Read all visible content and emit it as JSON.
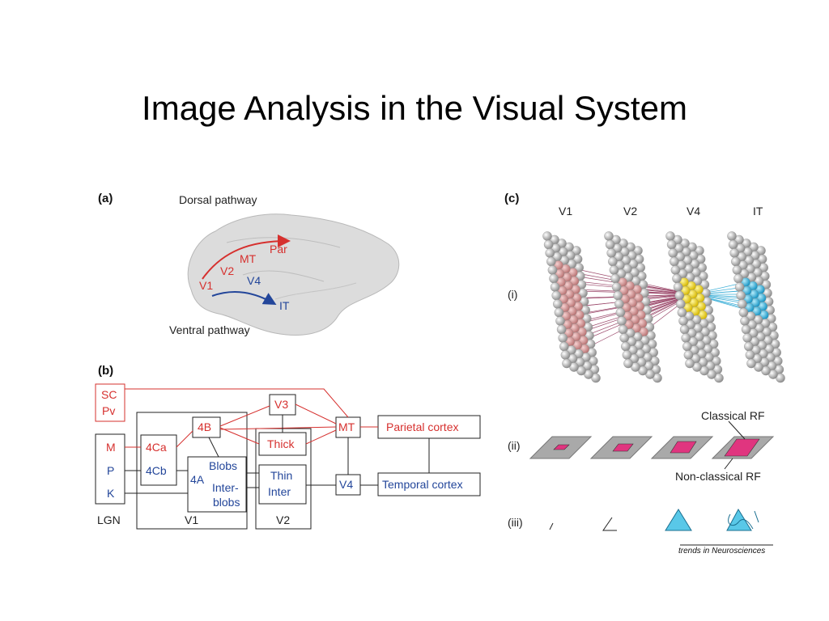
{
  "slide": {
    "title": "Image Analysis in the Visual System"
  },
  "panel_a": {
    "label": "(a)",
    "dorsal": "Dorsal pathway",
    "ventral": "Ventral pathway",
    "areas": {
      "v1": "V1",
      "v2": "V2",
      "mt": "MT",
      "par": "Par",
      "v4": "V4",
      "it": "IT"
    }
  },
  "panel_b": {
    "label": "(b)",
    "sc": "SC",
    "pv": "Pv",
    "m": "M",
    "p": "P",
    "k": "K",
    "lgn": "LGN",
    "l4ca": "4Ca",
    "l4cb": "4Cb",
    "l4b": "4B",
    "l4a": "4A",
    "blobs": "Blobs",
    "inter1": "Inter-",
    "inter2": "blobs",
    "v1": "V1",
    "v3": "V3",
    "thick": "Thick",
    "thin": "Thin",
    "inter": "Inter",
    "v2": "V2",
    "mt": "MT",
    "v4": "V4",
    "parietal": "Parietal cortex",
    "temporal": "Temporal cortex"
  },
  "panel_c": {
    "label": "(c)",
    "columns": [
      "V1",
      "V2",
      "V4",
      "IT"
    ],
    "rows": [
      "(i)",
      "(ii)",
      "(iii)"
    ],
    "classical_rf": "Classical RF",
    "nonclassical_rf": "Non-classical RF",
    "credit": "trends in Neurosciences"
  },
  "colors": {
    "red": "#d6302e",
    "blue": "#23469a",
    "pink": "#e0357f",
    "cyan": "#59c8e8"
  }
}
